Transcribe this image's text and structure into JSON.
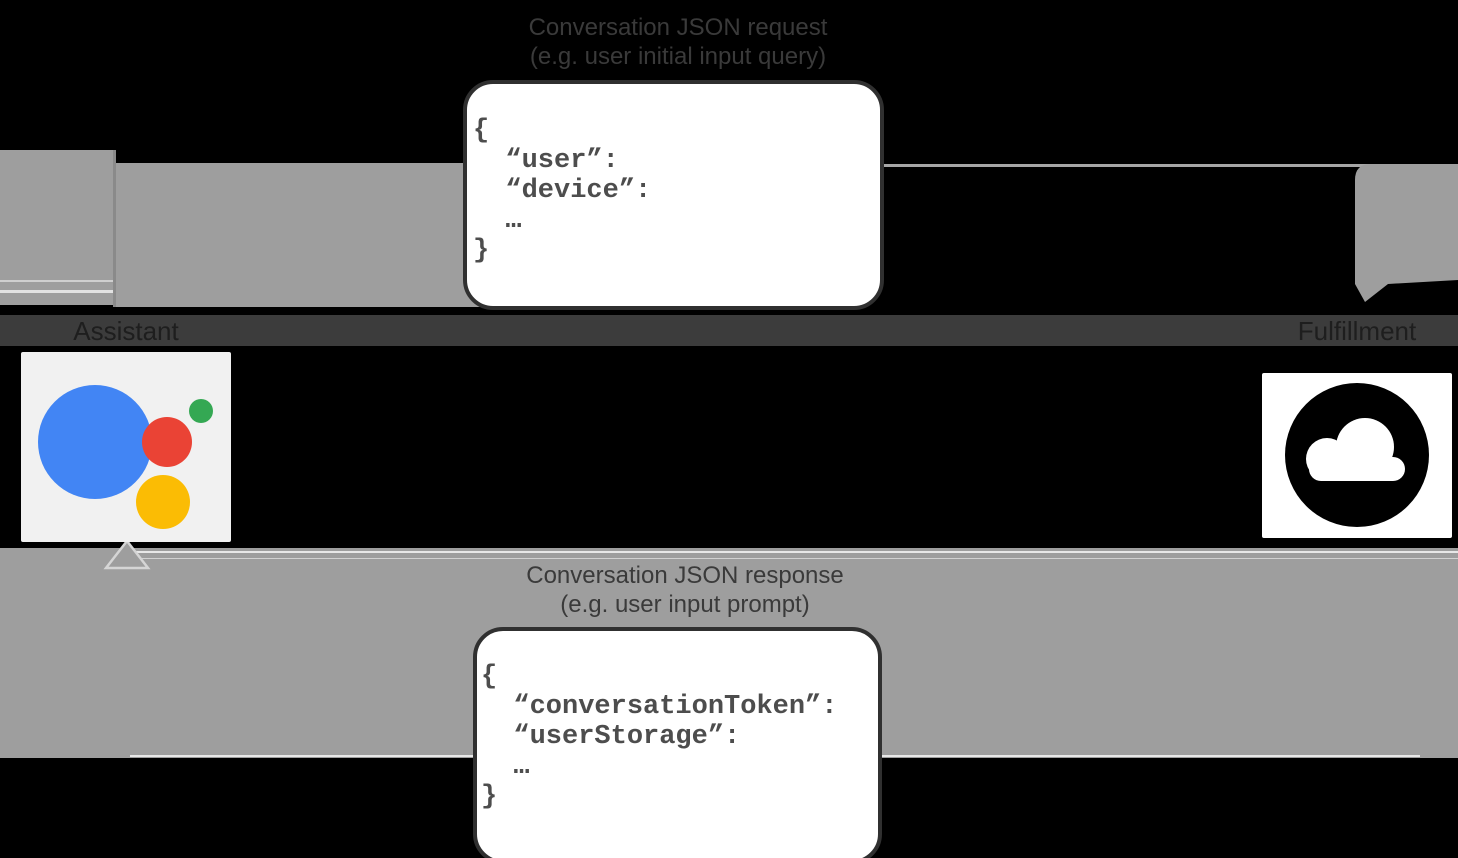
{
  "diagram": {
    "top_arrow_label": {
      "line1": "Conversation JSON request",
      "line2": "(e.g. user initial input query)"
    },
    "bottom_arrow_label": {
      "line1": "Conversation JSON response",
      "line2": "(e.g. user input prompt)"
    },
    "request_code": {
      "text": "{\n  “user”:\n  “device”:\n  …\n}"
    },
    "response_code": {
      "text": "{\n  “conversationToken”:\n  “userStorage”:\n  …\n}"
    },
    "left_entity": {
      "label": "Assistant",
      "icon": "google-assistant-logo"
    },
    "right_entity": {
      "label": "Fulfillment",
      "icon": "cloud-icon"
    },
    "colors": {
      "arrow_band": "#9e9e9e",
      "label_strip": "#3c3c3c",
      "label_text": "#3a3a3a",
      "code_text": "#4d4d4d",
      "assistant_blue": "#4285f4",
      "assistant_red": "#ea4335",
      "assistant_yellow": "#fbbc04",
      "assistant_green": "#34a853",
      "cloud_black": "#000000"
    }
  }
}
